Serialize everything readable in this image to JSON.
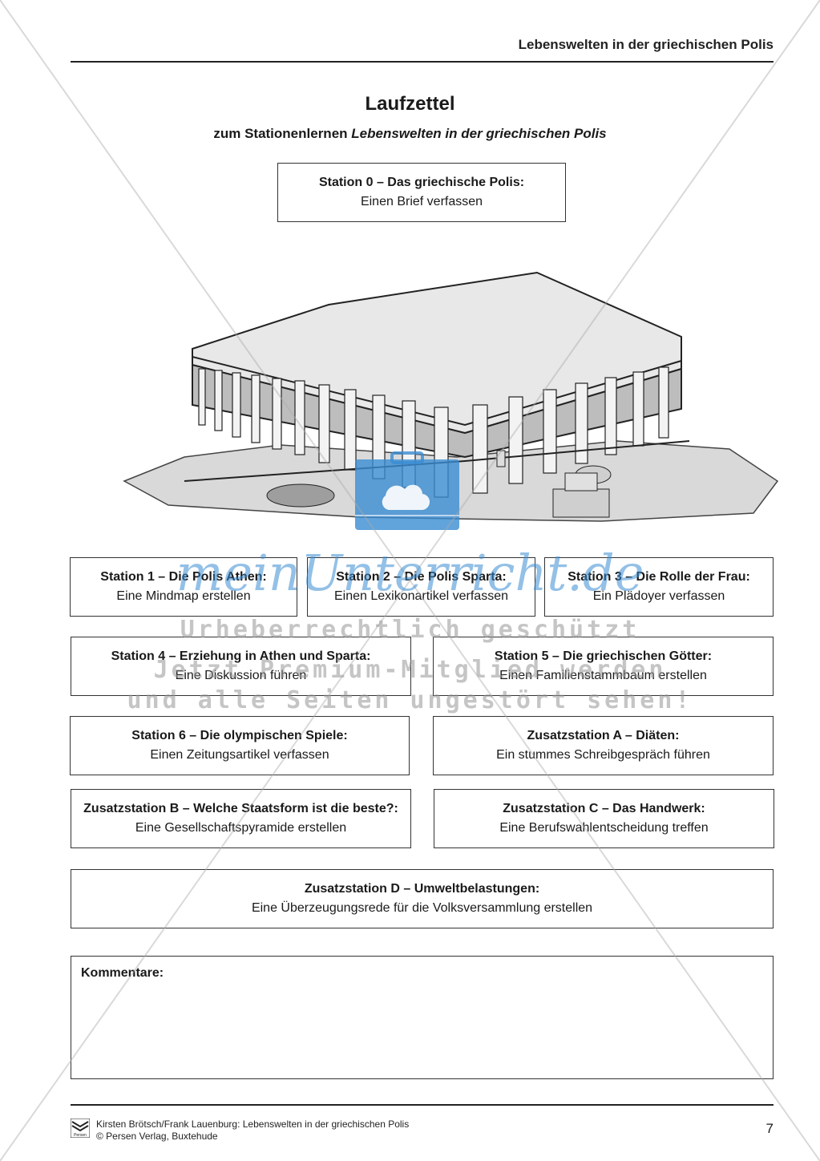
{
  "header": {
    "title": "Lebenswelten in der griechischen Polis"
  },
  "page": {
    "title": "Laufzettel",
    "subtitle_prefix": "zum Stationenlernen",
    "subtitle_italic": "Lebenswelten in der griechischen Polis"
  },
  "stations": [
    {
      "title": "Station 0 – Das griechische Polis:",
      "task": "Einen Brief verfassen"
    },
    {
      "title": "Station 1 – Die Polis Athen:",
      "task": "Eine Mindmap erstellen"
    },
    {
      "title": "Station 2 – Die Polis Sparta:",
      "task": "Einen Lexikonartikel verfassen"
    },
    {
      "title": "Station 3 – Die Rolle der Frau:",
      "task": "Ein Plädoyer verfassen"
    },
    {
      "title": "Station 4 – Erziehung in Athen und Sparta:",
      "task": "Eine Diskussion führen"
    },
    {
      "title": "Station 5 – Die griechischen Götter:",
      "task": "Einen Familienstammbaum erstellen"
    },
    {
      "title": "Station 6 – Die olympischen Spiele:",
      "task": "Einen Zeitungsartikel verfassen"
    },
    {
      "title": "Zusatzstation A – Diäten:",
      "task": "Ein stummes Schreibgespräch führen"
    },
    {
      "title": "Zusatzstation B – Welche Staatsform ist die beste?:",
      "task": "Eine Gesellschaftspyramide erstellen"
    },
    {
      "title": "Zusatzstation C – Das Handwerk:",
      "task": "Eine Berufswahlentscheidung treffen"
    },
    {
      "title": "Zusatzstation D – Umweltbelastungen:",
      "task": "Eine Überzeugungsrede für die Volksversammlung erstellen"
    }
  ],
  "comments": {
    "label": "Kommentare:"
  },
  "footer": {
    "authors": "Kirsten Brötsch/Frank Lauenburg: Lebenswelten in der griechischen Polis",
    "publisher": "© Persen Verlag, Buxtehude",
    "page_number": "7",
    "logo_text": "Persen"
  },
  "watermark": {
    "brand": "meinUnterricht.de",
    "line1": "Urheberrechtlich geschützt",
    "line2": "Jetzt Premium-Mitglied werden",
    "line3": "und alle Seiten ungestört sehen!"
  }
}
